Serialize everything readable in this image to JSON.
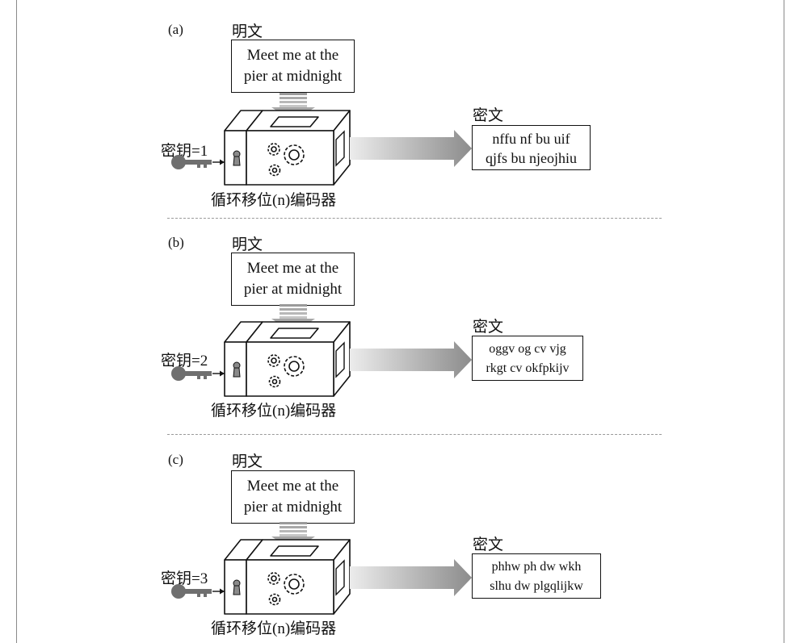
{
  "panels": [
    {
      "tag": "(a)",
      "plaintext_header": "明文",
      "plaintext": [
        "Meet me at the",
        "pier at midnight"
      ],
      "key_label": "密钥=1",
      "encoder_label": "循环移位(n)编码器",
      "ciphertext_header": "密文",
      "ciphertext": [
        "nffu nf bu uif",
        "qjfs bu njeojhiu"
      ]
    },
    {
      "tag": "(b)",
      "plaintext_header": "明文",
      "plaintext": [
        "Meet me at the",
        "pier at midnight"
      ],
      "key_label": "密钥=2",
      "encoder_label": "循环移位(n)编码器",
      "ciphertext_header": "密文",
      "ciphertext": [
        "oggv og cv vjg",
        "rkgt cv okfpkijv"
      ]
    },
    {
      "tag": "(c)",
      "plaintext_header": "明文",
      "plaintext": [
        "Meet me at the",
        "pier at midnight"
      ],
      "key_label": "密钥=3",
      "encoder_label": "循环移位(n)编码器",
      "ciphertext_header": "密文",
      "ciphertext": [
        "phhw ph dw wkh",
        "slhu dw plgqlijkw"
      ]
    }
  ],
  "colors": {
    "line": "#111111",
    "divider": "#9a9a9a",
    "arrow_dark": "#8c8c8c",
    "arrow_light": "#ececec",
    "key_gray": "#6f6f6f"
  },
  "icons": [
    "key-icon",
    "keyhole-icon",
    "gears-icon",
    "funnel-arrow-icon",
    "output-arrow-icon"
  ]
}
